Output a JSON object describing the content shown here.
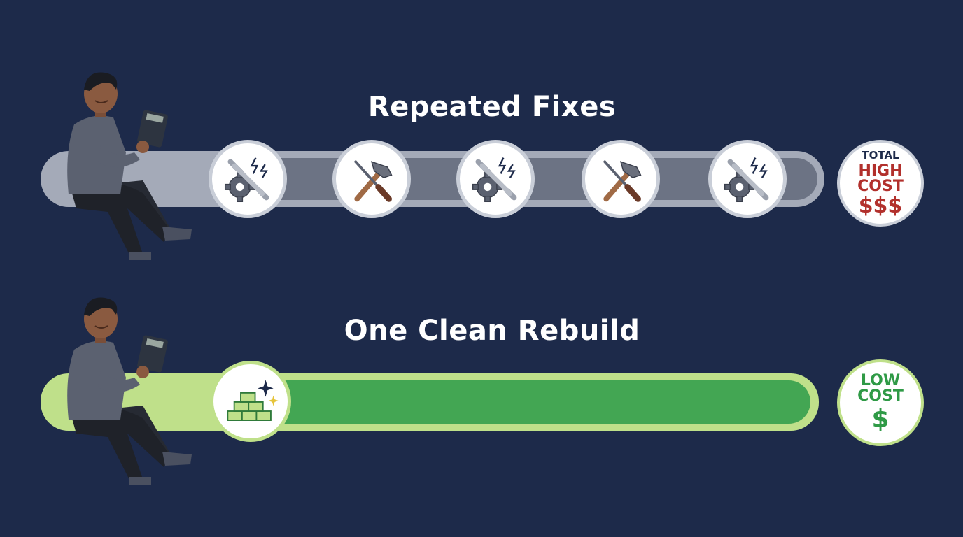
{
  "top": {
    "title": "Repeated Fixes",
    "steps": [
      "wrench-gear-icon",
      "hammer-screwdriver-icon",
      "wrench-gear-icon",
      "hammer-screwdriver-icon",
      "wrench-gear-icon"
    ],
    "cost": {
      "line1": "TOTAL",
      "line2": "HIGH",
      "line3": "COST",
      "line4": "$$$"
    }
  },
  "bottom": {
    "title": "One Clean Rebuild",
    "step": "bricks-sparkle-icon",
    "cost": {
      "line2": "LOW",
      "line3": "COST",
      "line4": "$"
    }
  },
  "colors": {
    "background": "#1d2a4a",
    "track_gray": "#a4aab8",
    "track_green": "#43a653",
    "high_cost_red": "#b2302c",
    "low_cost_green": "#2f9a46"
  }
}
